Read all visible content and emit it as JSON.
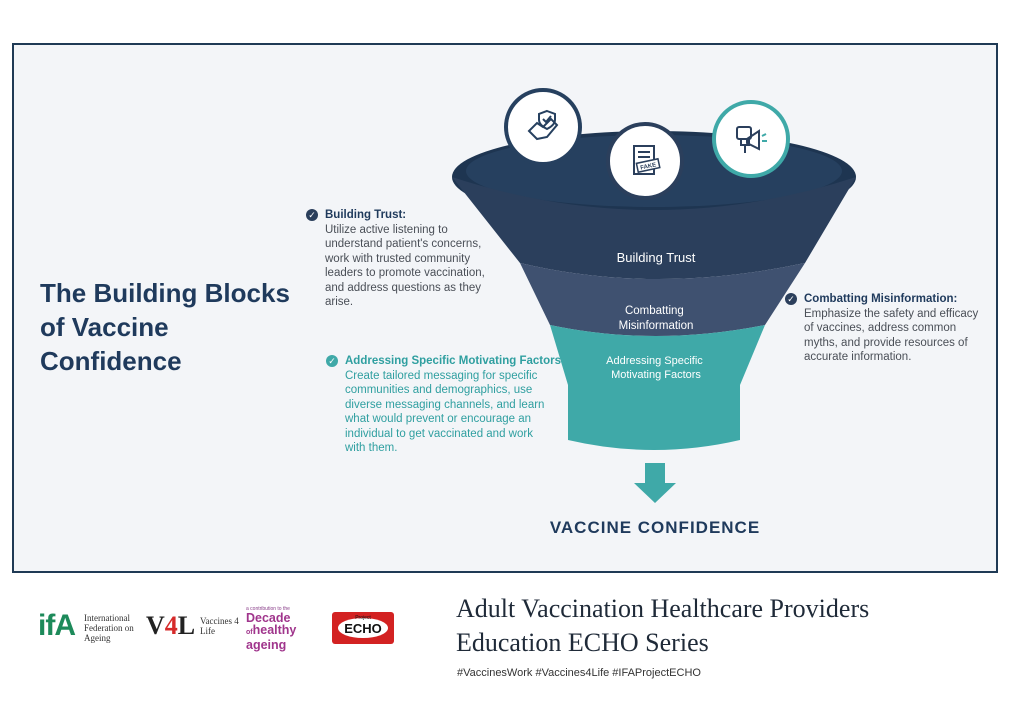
{
  "title": "The Building Blocks of Vaccine Confidence",
  "funnel": {
    "stages": [
      {
        "lines": [
          "Building Trust"
        ]
      },
      {
        "lines": [
          "Combatting",
          "Misinformation"
        ]
      },
      {
        "lines": [
          "Addressing Specific",
          "Motivating Factors"
        ]
      }
    ],
    "icons": [
      "handshake-shield-icon",
      "fake-news-document-icon",
      "megaphone-icon"
    ],
    "outcome": "VACCINE CONFIDENCE",
    "colors": {
      "dark": "#2b3f5c",
      "mid": "#3f5170",
      "teal": "#3fa9a8"
    }
  },
  "bullets": {
    "building_trust": {
      "heading": "Building Trust:",
      "lines": [
        "Utilize active listening to",
        "understand patient's concerns,",
        "work with trusted community",
        "leaders to promote vaccination,",
        "and address questions as they",
        "arise."
      ]
    },
    "addressing": {
      "heading": "Addressing Specific Motivating Factors:",
      "lines": [
        "Create tailored messaging for specific",
        "communities and demographics, use",
        "diverse messaging channels, and learn",
        "what would prevent or encourage an",
        "individual to get vaccinated and work",
        "with them."
      ]
    },
    "combatting": {
      "heading": "Combatting Misinformation:",
      "lines": [
        "Emphasize the safety and efficacy",
        "of vaccines, address common",
        "myths, and provide resources of",
        "accurate information."
      ]
    }
  },
  "footer": {
    "ifa_mark": "ifA",
    "ifa_text": "International Federation on Ageing",
    "v4l_mark_v": "V",
    "v4l_mark_4": "4",
    "v4l_mark_l": "L",
    "v4l_text": "Vaccines 4 Life",
    "decade_small": "a contribution to the",
    "decade_big": [
      "Decade",
      "healthy",
      "ageing"
    ],
    "decade_of": "of",
    "echo_project": "Project",
    "echo_word": "ECHO",
    "series_title": [
      "Adult Vaccination Healthcare Providers",
      "Education ECHO Series"
    ],
    "hashtags": "#VaccinesWork  #Vaccines4Life  #IFAProjectECHO"
  }
}
